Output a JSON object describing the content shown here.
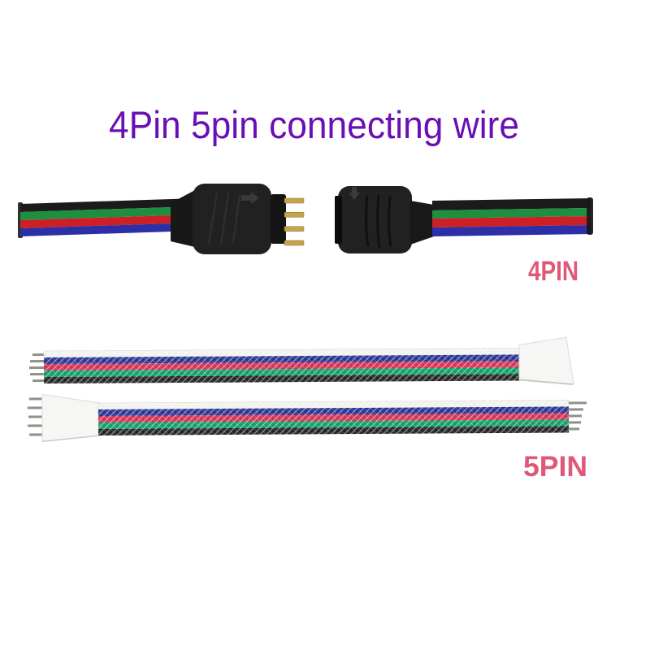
{
  "title": {
    "text": "4Pin 5pin connecting wire",
    "color": "#6a0fb4"
  },
  "labels": {
    "pin4": "4PIN",
    "pin5": "5PIN",
    "color": "#e05878"
  },
  "colors": {
    "background": "#ffffff",
    "connector_black": "#212121",
    "connector_black_dark": "#141414",
    "pin_gold": "#c8a34b",
    "connector_white": "#f6f6f4",
    "lead_metal": "#90908a",
    "wire4_black": "#1b1b1b",
    "wire4_green": "#1e8f3e",
    "wire4_red": "#cc1f26",
    "wire4_blue": "#2c2fa6",
    "wire5_white": "#f1f1ee",
    "wire5_blue": "#283393",
    "wire5_red": "#d23354",
    "wire5_green": "#119e68",
    "wire5_black": "#232323"
  }
}
